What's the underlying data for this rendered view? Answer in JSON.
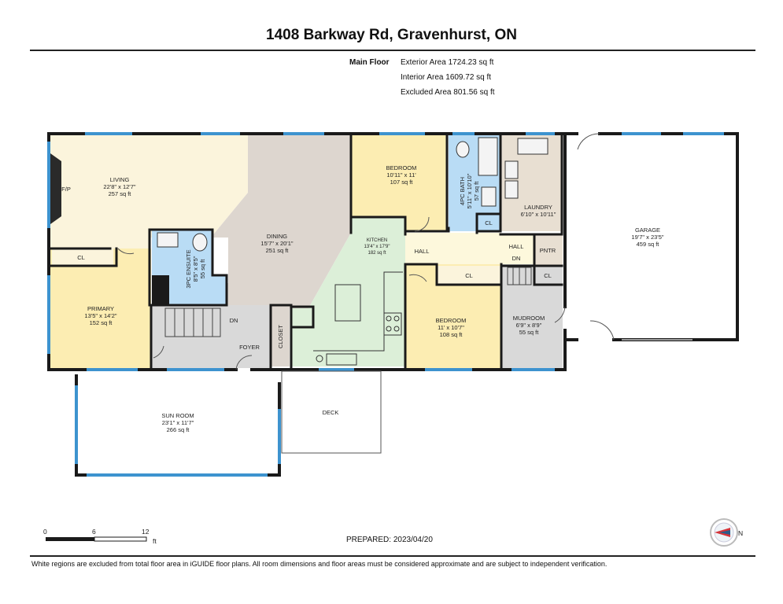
{
  "header": {
    "title": "1408 Barkway Rd, Gravenhurst, ON",
    "floor_label": "Main Floor",
    "exterior_area": "Exterior Area 1724.23 sq ft",
    "interior_area": "Interior Area 1609.72 sq ft",
    "excluded_area": "Excluded Area 801.56 sq ft"
  },
  "rooms": {
    "living": {
      "name": "LIVING",
      "dims": "22'8\" x 12'7\"",
      "area": "257 sq ft"
    },
    "dining": {
      "name": "DINING",
      "dims": "15'7\" x 20'1\"",
      "area": "251 sq ft"
    },
    "bedroom1": {
      "name": "BEDROOM",
      "dims": "10'11\" x 11'",
      "area": "107 sq ft"
    },
    "bath4pc": {
      "name": "4PC BATH",
      "dims": "5'11\" x 10'10\"",
      "area": "57 sq ft"
    },
    "laundry": {
      "name": "LAUNDRY",
      "dims": "6'10\" x 10'11\""
    },
    "garage": {
      "name": "GARAGE",
      "dims": "19'7\" x 23'5\"",
      "area": "459 sq ft"
    },
    "kitchen": {
      "name": "KITCHEN",
      "dims": "13'4\" x 17'9\"",
      "area": "182 sq ft"
    },
    "ensuite": {
      "name": "3PC ENSUITE",
      "dims": "8'5\" x 8'5\"",
      "area": "55 sq ft"
    },
    "primary": {
      "name": "PRIMARY",
      "dims": "13'5\" x 14'2\"",
      "area": "152 sq ft"
    },
    "bedroom2": {
      "name": "BEDROOM",
      "dims": "11' x 10'7\"",
      "area": "108 sq ft"
    },
    "mudroom": {
      "name": "MUDROOM",
      "dims": "6'9\" x 8'9\"",
      "area": "55 sq ft"
    },
    "sunroom": {
      "name": "SUN ROOM",
      "dims": "23'1\" x 11'7\"",
      "area": "266 sq ft"
    }
  },
  "labels": {
    "cl": "CL",
    "fp": "F/P",
    "hall": "HALL",
    "dn": "DN",
    "pntr": "PNTR",
    "closet": "CLOSET",
    "foyer": "FOYER",
    "deck": "DECK"
  },
  "scale": {
    "t0": "0",
    "t1": "6",
    "t2": "12",
    "unit": "ft"
  },
  "compass": {
    "letter": "N"
  },
  "prepared": "PREPARED: 2023/04/20",
  "footer": "White regions are excluded from total floor area in iGUIDE floor plans. All room dimensions and floor areas must be considered approximate and are subject to independent verification.",
  "colors": {
    "living": "#fbf4dc",
    "dining": "#ddd6cf",
    "bedroom": "#fcedb2",
    "bath": "#b9dcf5",
    "laundry": "#e8dfd2",
    "kitchen": "#dcefd8",
    "hall": "#fdf8dc",
    "foyer": "#d9d9d9",
    "window": "#3d93cf",
    "wall": "#1a1a1a"
  }
}
